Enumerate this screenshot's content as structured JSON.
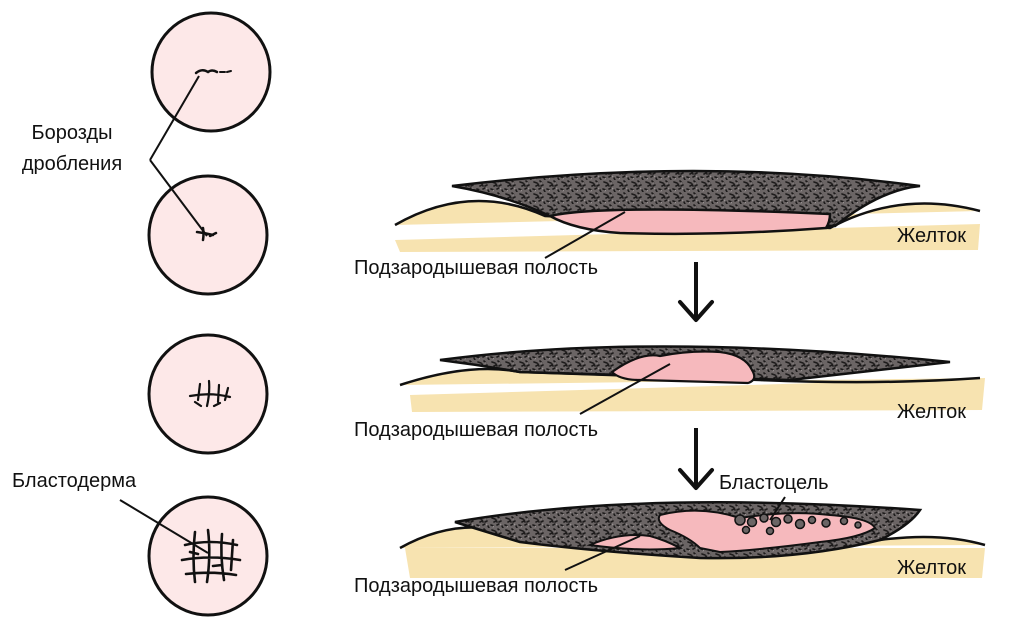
{
  "labels": {
    "cleavage_furrows": [
      "Борозды",
      "дробления"
    ],
    "blastoderm": "Бластодерма",
    "subgerminal_cavity": "Подзародышевая полость",
    "yolk": "Желток",
    "blastocoel": "Бластоцель"
  },
  "colors": {
    "cell_fill": "#fde8e8",
    "yolk": "#f7e3b0",
    "cavity": "#f6b9bd",
    "blastoderm": "#6b6565",
    "outline": "#111111"
  },
  "icons": {
    "arrow": "down-arrow-icon"
  }
}
